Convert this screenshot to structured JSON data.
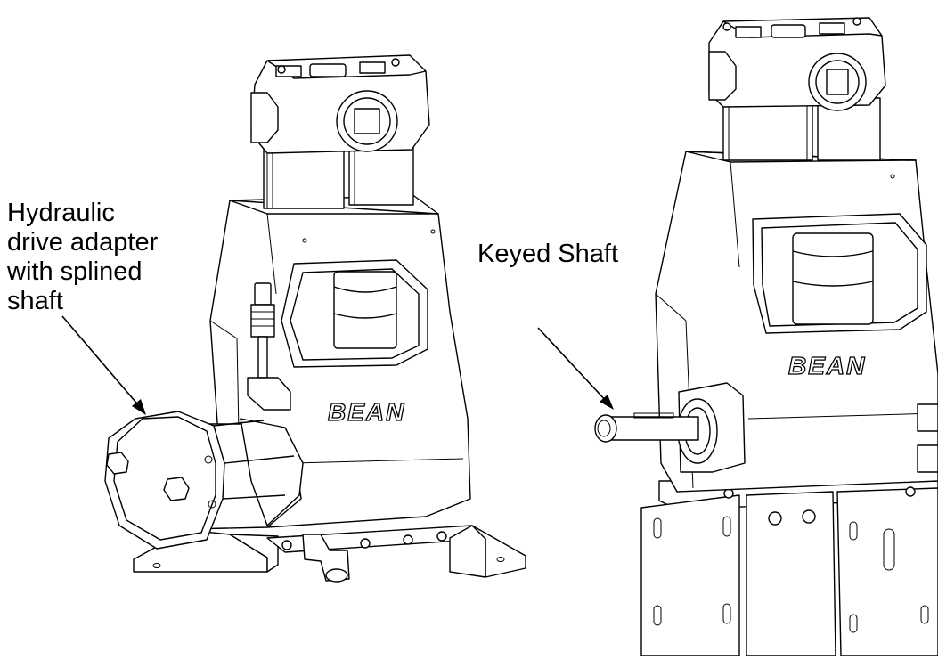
{
  "labels": {
    "hydraulic": [
      "Hydraulic",
      "drive adapter",
      "with splined",
      "shaft"
    ],
    "keyed": "Keyed Shaft"
  },
  "pumps": {
    "left_brand": "BEAN",
    "right_brand": "BEAN"
  },
  "colors": {
    "ink": "#000000",
    "paper": "#ffffff"
  }
}
